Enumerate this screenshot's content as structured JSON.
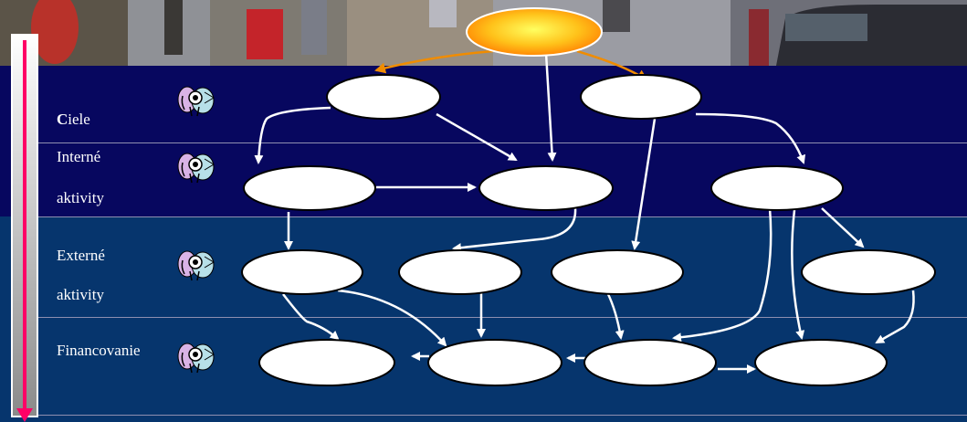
{
  "rows": [
    {
      "first": "C",
      "rest": "iele"
    },
    {
      "line1": "Interné",
      "line2": "aktivity"
    },
    {
      "line1": "Externé",
      "line2": "aktivity"
    },
    {
      "line1": "Financovanie"
    }
  ],
  "colors": {
    "band_top": "#07075f",
    "band_bottom": "#06356d",
    "arrow_white": "#ffffff",
    "arrow_orange": "#f08c00",
    "root_fill": "#ffd21a",
    "timeline_arrow": "#ff0066"
  },
  "icons": {
    "row_icon": "people-scope-icon",
    "root": "sun-ellipse"
  }
}
